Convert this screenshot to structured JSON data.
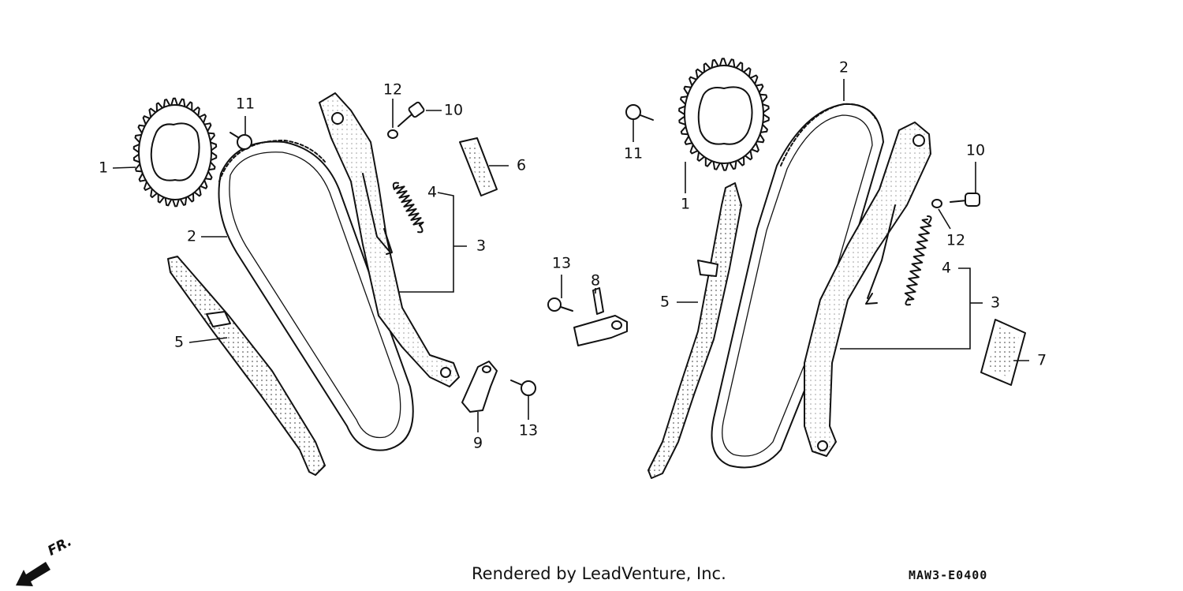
{
  "callouts": {
    "left": {
      "sprocket": "1",
      "chain": "2",
      "tensioner_assy": "3",
      "spring": "4",
      "guide": "5",
      "pad": "6",
      "washer": "12",
      "bolt_tensioner": "10",
      "bolt_sprocket": "11"
    },
    "center": {
      "bolt_upper": "13",
      "plate": "8",
      "stopper": "9",
      "bolt_lower": "13"
    },
    "right": {
      "sprocket": "1",
      "chain": "2",
      "tensioner_assy": "3",
      "spring": "4",
      "guide": "5",
      "pad": "7",
      "washer": "12",
      "bolt_tensioner": "10",
      "bolt_sprocket": "11"
    }
  },
  "footer": {
    "credit": "Rendered by LeadVenture, Inc.",
    "diagram_code": "MAW3-E0400",
    "direction_label": "FR."
  }
}
